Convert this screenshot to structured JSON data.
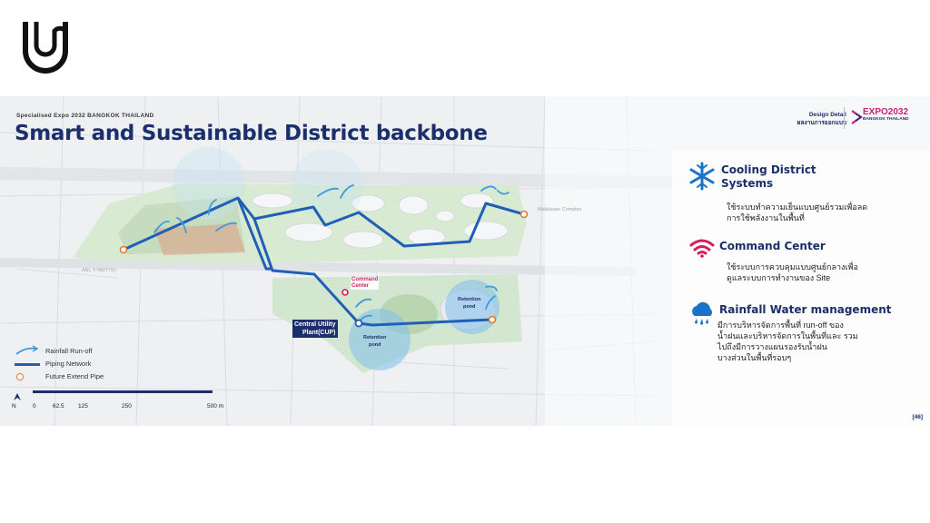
{
  "slide": {
    "overtitle": "Specialised Expo 2032 BANGKOK THAILAND",
    "title": "Smart and Sustainable District backbone",
    "design_detail_en": "Design Detail",
    "design_detail_th": "ผลงานการออกแบบ",
    "expo_logo_main": "EXPO2032",
    "expo_logo_sub": "BANGKOK THAILAND",
    "page_number": "[46]"
  },
  "features": [
    {
      "icon": "snowflake-icon",
      "title_line1": "Cooling District",
      "title_line2": "Systems",
      "desc_line1": "ใช้ระบบทำความเย็นแบบศูนย์รวมเพื่อลด",
      "desc_line2": "การใช้พลังงานในพื้นที่",
      "color": "#1a73c9"
    },
    {
      "icon": "wifi-icon",
      "title_line1": "Command Center",
      "desc_line1": "ใช้ระบบการควบคุมแบบศูนย์กลางเพื่อ",
      "desc_line2": "ดูแลระบบการทำงานของ Site",
      "color": "#d81b5c"
    },
    {
      "icon": "rain-cloud-icon",
      "title_line1": "Rainfall Water management",
      "desc_line1": "มีการบริหารจัดการพื้นที่ run-off ของ",
      "desc_line2": "น้ำฝนและบริหารจัดการในพื้นที่และ รวม",
      "desc_line3": "ไปถึงมีการวางแผนรองรับน้ำฝน",
      "desc_line4": "บางส่วนในพื้นที่รอบๆ",
      "color": "#1a73c9"
    }
  ],
  "map_labels": {
    "command_center_1": "Command",
    "command_center_2": "Center",
    "cup_1": "Central Utility",
    "cup_2": "Plant(CUP)",
    "retention_1": "Retention",
    "retention_2": "pond",
    "retention_b1": "Retention",
    "retention_b2": "pond",
    "makkasan": "Makkasan Complex",
    "arl": "ARL ราชปรารภ"
  },
  "legend": {
    "runoff": "Rainfall Run-off",
    "piping": "Piping Network",
    "future": "Future Extend Pipe"
  },
  "scale": {
    "north": "N",
    "ticks": [
      "0",
      "62.5",
      "125",
      "250",
      "500 m"
    ]
  },
  "colors": {
    "brand_navy": "#1a2f6b",
    "pipe_blue": "#1f5fb8",
    "runoff_blue": "#3b9be0",
    "accent_pink": "#d81b5c",
    "future_orange": "#e07b2a"
  }
}
